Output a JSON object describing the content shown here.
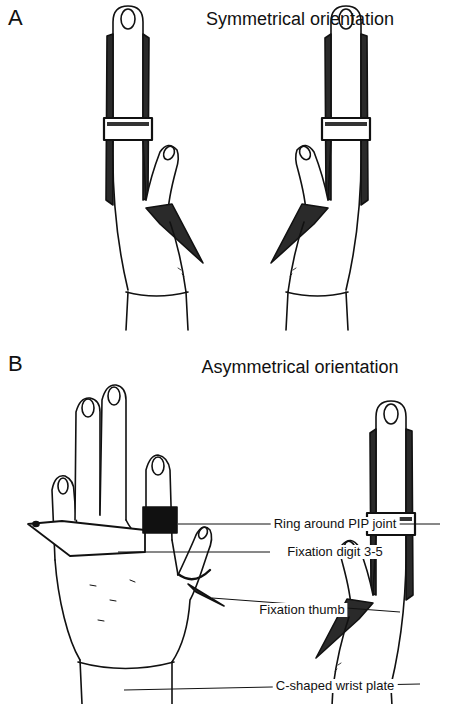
{
  "diagram": {
    "labels": [
      "A",
      "Symmetrical orientation",
      "B",
      "Asymmetrical orientation",
      "Ring around PIP joint",
      "Fixation digit 3-5",
      "Fixation thumb",
      "C-shaped wrist plate"
    ]
  }
}
